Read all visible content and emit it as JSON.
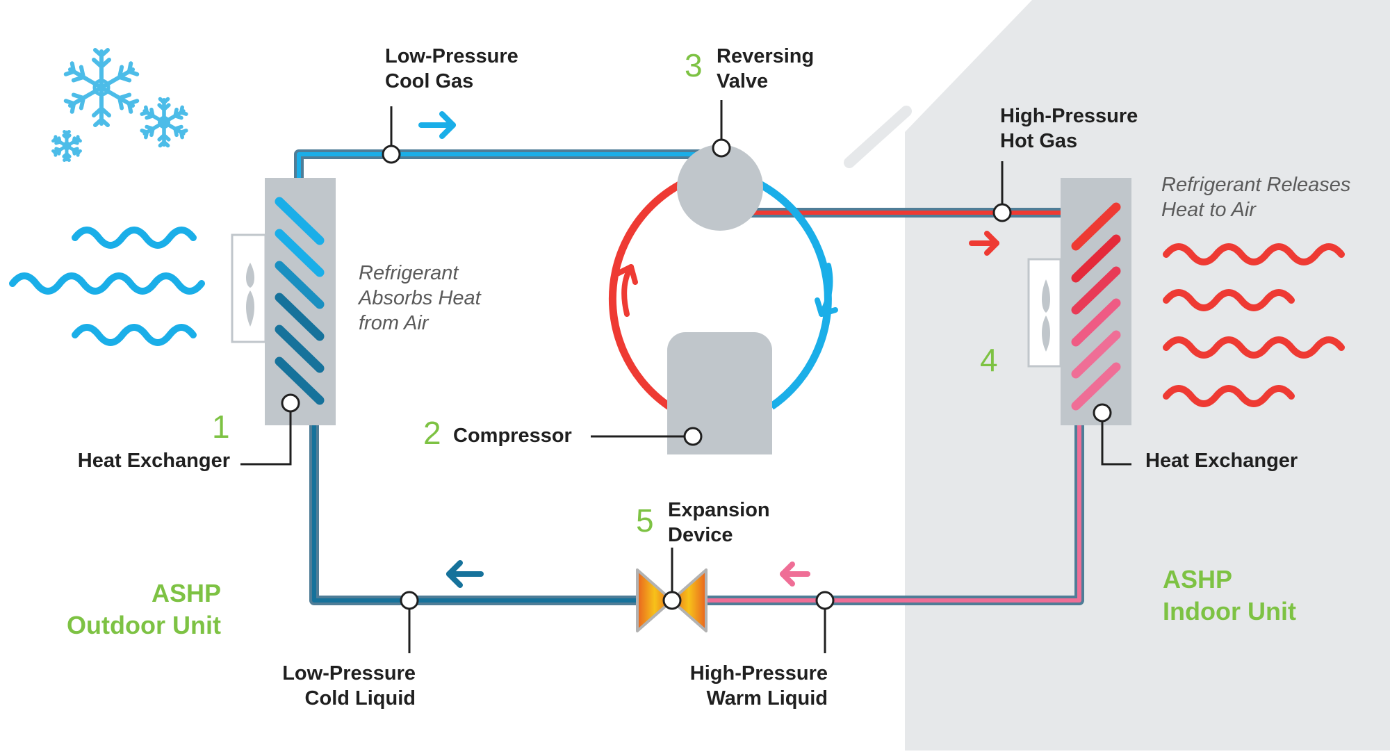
{
  "labels": {
    "low_pressure_cool_gas": [
      "Low-Pressure",
      "Cool Gas"
    ],
    "reversing_valve": [
      "Reversing",
      "Valve"
    ],
    "high_pressure_hot_gas": [
      "High-Pressure",
      "Hot Gas"
    ],
    "refrigerant_releases": [
      "Refrigerant Releases",
      "Heat to Air"
    ],
    "refrigerant_absorbs": [
      "Refrigerant",
      "Absorbs Heat",
      "from Air"
    ],
    "compressor": "Compressor",
    "heat_exchanger_left": "Heat Exchanger",
    "heat_exchanger_right": "Heat Exchanger",
    "expansion_device": [
      "Expansion",
      "Device"
    ],
    "low_pressure_cold_liquid": [
      "Low-Pressure",
      "Cold Liquid"
    ],
    "high_pressure_warm_liquid": [
      "High-Pressure",
      "Warm Liquid"
    ],
    "outdoor_unit": [
      "ASHP",
      "Outdoor Unit"
    ],
    "indoor_unit": [
      "ASHP",
      "Indoor Unit"
    ]
  },
  "step_numbers": {
    "heat_exchanger_outdoor": "1",
    "compressor": "2",
    "reversing_valve": "3",
    "heat_exchanger_indoor": "4",
    "expansion_device": "5"
  },
  "colors": {
    "cold_blue": "#1aaee8",
    "dark_blue": "#16729b",
    "hot_red": "#ee3a33",
    "warm_pink": "#ef6e96",
    "accent_green": "#7dc243",
    "indoor_bg": "#e6e8ea",
    "component_gray": "#c0c6cb",
    "text": "#1f1f1f"
  }
}
